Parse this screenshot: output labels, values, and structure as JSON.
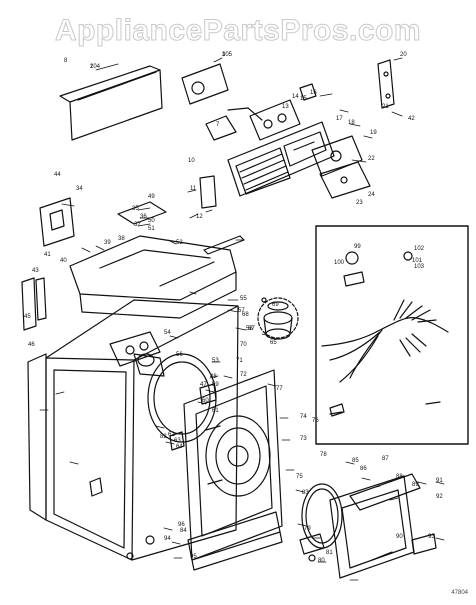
{
  "watermark": "AppliancePartsPros.com",
  "figure_code": "47804",
  "callouts": [
    "2",
    "3",
    "8",
    "20",
    "21",
    "7",
    "16",
    "15",
    "14",
    "13",
    "17",
    "18",
    "19",
    "42",
    "22",
    "10",
    "11",
    "12",
    "23",
    "24",
    "34",
    "44",
    "49",
    "35",
    "36",
    "37",
    "50",
    "51",
    "39",
    "38",
    "52",
    "41",
    "40",
    "43",
    "45",
    "46",
    "47",
    "48",
    "53",
    "54",
    "55",
    "65",
    "56",
    "57",
    "58",
    "59",
    "60",
    "61",
    "62",
    "63",
    "64",
    "67",
    "68",
    "69",
    "70",
    "71",
    "72",
    "73",
    "74",
    "75",
    "76",
    "77",
    "78",
    "79",
    "80",
    "81",
    "82",
    "83",
    "84",
    "85",
    "86",
    "87",
    "88",
    "89",
    "90",
    "91",
    "92",
    "93",
    "94",
    "95",
    "96",
    "99",
    "100",
    "101",
    "102",
    "103",
    "104",
    "105"
  ]
}
